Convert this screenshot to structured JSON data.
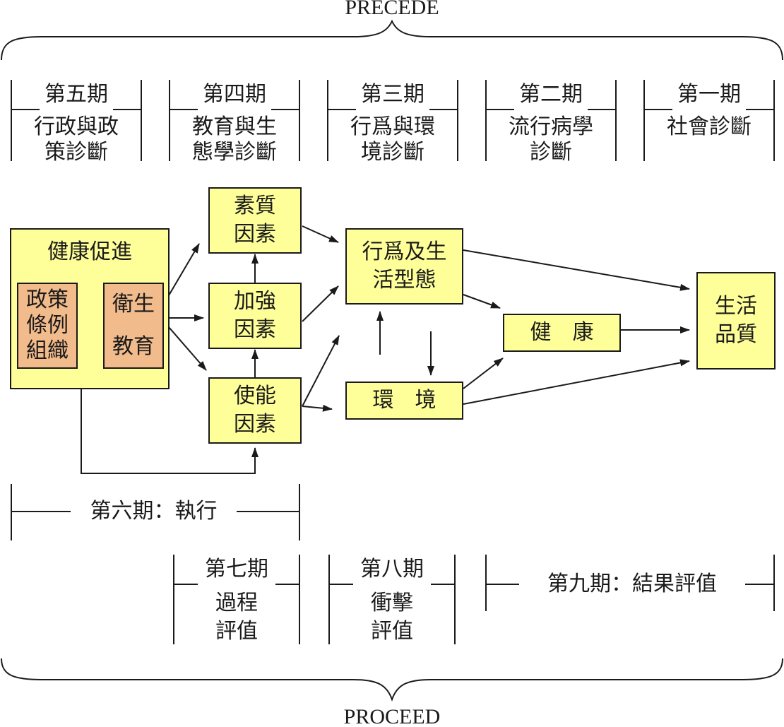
{
  "titles": {
    "precede": "PRECEDE",
    "proceed": "PROCEED"
  },
  "phases_top": [
    {
      "label": "第五期",
      "desc": "行政與政\n策診斷"
    },
    {
      "label": "第四期",
      "desc": "教育與生\n態學診斷"
    },
    {
      "label": "第三期",
      "desc": "行爲與環\n境診斷"
    },
    {
      "label": "第二期",
      "desc": "流行病學\n診斷"
    },
    {
      "label": "第一期",
      "desc": "社會診斷"
    }
  ],
  "boxes": {
    "health_promotion": "健康促進",
    "policy": "政策\n條例\n組織",
    "health_education": "衛生\n\n教育",
    "predisposing": "素質\n因素",
    "reinforcing": "加強\n因素",
    "enabling": "使能\n因素",
    "behavior": "行爲及生\n活型態",
    "environment": "環　境",
    "health": "健　康",
    "quality_of_life": "生活\n品質"
  },
  "phases_bottom": {
    "phase6": "第六期：執行",
    "phase7": {
      "label": "第七期",
      "desc": "過程\n評值"
    },
    "phase8": {
      "label": "第八期",
      "desc": "衝擊\n評值"
    },
    "phase9": "第九期：結果評值"
  },
  "colors": {
    "box_fill": "#ffff99",
    "inner_box_fill": "#f2bb8c",
    "line": "#1a1a1a"
  }
}
